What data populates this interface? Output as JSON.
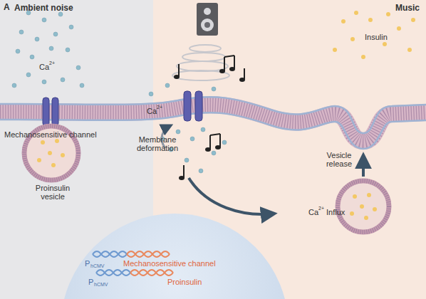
{
  "diagram": {
    "nodes": [
      {
        "text": [
          "Ambient noise"
        ]
      },
      {
        "text": [
          "Music"
        ]
      },
      {
        "text": [
          "P",
          "hCMV",
          "Mechanosensitive channel",
          "P",
          "hCMV",
          "Proinsulin"
        ]
      }
    ],
    "labels": [
      "A",
      "Ca",
      "2+",
      "Mechanosensitive channel",
      "Proinsulin vesicle",
      "Ca",
      "2+",
      "Membrane deformation",
      "Insulin",
      "Vesicle release",
      "Ca",
      "2+",
      "Influx"
    ]
  }
}
